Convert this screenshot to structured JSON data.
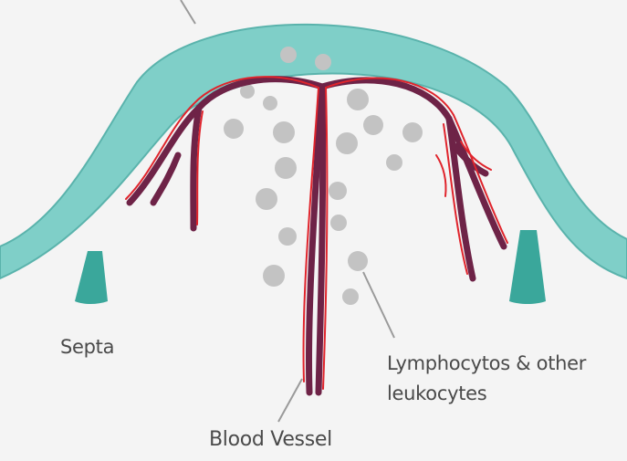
{
  "labels": {
    "septa": "Septa",
    "lymphocytes_line1": "Lymphocytos & other",
    "lymphocytes_line2": "leukocytes",
    "blood_vessel": "Blood Vessel"
  },
  "colors": {
    "background": "#f4f4f4",
    "capsule_fill": "#7fcfc8",
    "capsule_edge": "#5ab3ac",
    "septa_fill": "#3aa79b",
    "vessel_dark": "#6e2347",
    "vessel_red": "#e0242c",
    "cells": "#c3c3c3",
    "leader_line": "#9a9a9a",
    "label_text": "#4a4a4a"
  }
}
